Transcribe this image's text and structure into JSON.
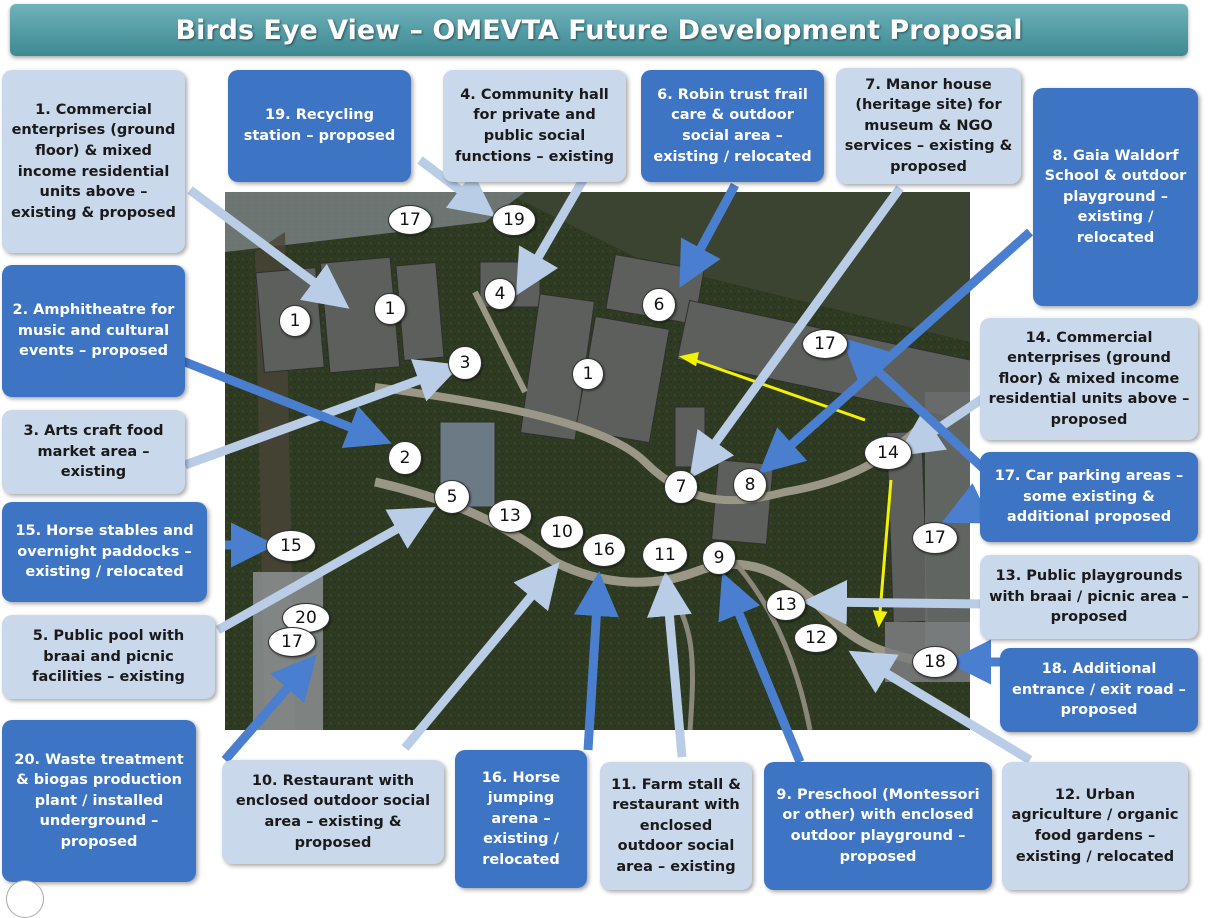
{
  "title": "Birds Eye View – OMEVTA Future Development Proposal",
  "labels": [
    {
      "id": "box-1",
      "text": "1. Commercial enterprises (ground floor) & mixed income residential units above – existing & proposed"
    },
    {
      "id": "box-2",
      "text": "2. Amphitheatre for music and cultural events – proposed"
    },
    {
      "id": "box-3",
      "text": "3. Arts craft food market area – existing"
    },
    {
      "id": "box-15",
      "text": "15. Horse stables and overnight paddocks – existing / relocated"
    },
    {
      "id": "box-5",
      "text": "5. Public pool with braai and picnic facilities – existing"
    },
    {
      "id": "box-20",
      "text": "20. Waste treatment & biogas production plant / installed underground – proposed"
    },
    {
      "id": "box-19",
      "text": "19. Recycling station – proposed"
    },
    {
      "id": "box-4",
      "text": "4. Community hall for private and public social functions – existing"
    },
    {
      "id": "box-6",
      "text": "6. Robin trust frail care & outdoor social area – existing / relocated"
    },
    {
      "id": "box-7",
      "text": "7. Manor house (heritage site) for museum & NGO services – existing & proposed"
    },
    {
      "id": "box-8",
      "text": "8. Gaia Waldorf School & outdoor playground – existing / relocated"
    },
    {
      "id": "box-14",
      "text": "14. Commercial enterprises (ground floor) & mixed income residential units above – proposed"
    },
    {
      "id": "box-17",
      "text": "17. Car parking areas – some existing & additional proposed"
    },
    {
      "id": "box-13",
      "text": "13. Public playgrounds with braai / picnic area – proposed"
    },
    {
      "id": "box-18",
      "text": "18. Additional entrance / exit road – proposed"
    },
    {
      "id": "box-10",
      "text": "10. Restaurant with enclosed outdoor social area – existing & proposed"
    },
    {
      "id": "box-16",
      "text": "16. Horse jumping arena – existing / relocated"
    },
    {
      "id": "box-11",
      "text": "11. Farm stall & restaurant with enclosed outdoor social area – existing"
    },
    {
      "id": "box-9",
      "text": "9. Preschool (Montessori or other) with enclosed outdoor playground – proposed"
    },
    {
      "id": "box-12",
      "text": "12. Urban agriculture / organic food gardens – existing / relocated"
    }
  ],
  "markers": [
    "17",
    "19",
    "4",
    "6",
    "1",
    "1",
    "1",
    "1",
    "3",
    "2",
    "5",
    "13",
    "10",
    "16",
    "11",
    "7",
    "8",
    "9",
    "17",
    "14",
    "17",
    "15",
    "20",
    "17",
    "13",
    "12",
    "18"
  ],
  "colors": {
    "dark_box": "#3e74c4",
    "light_box": "#c9d8ea",
    "title": "#4f98a1",
    "arrow_dark": "#4a7fd0",
    "arrow_light": "#b9cde6",
    "path_arrow": "#f2f200"
  }
}
